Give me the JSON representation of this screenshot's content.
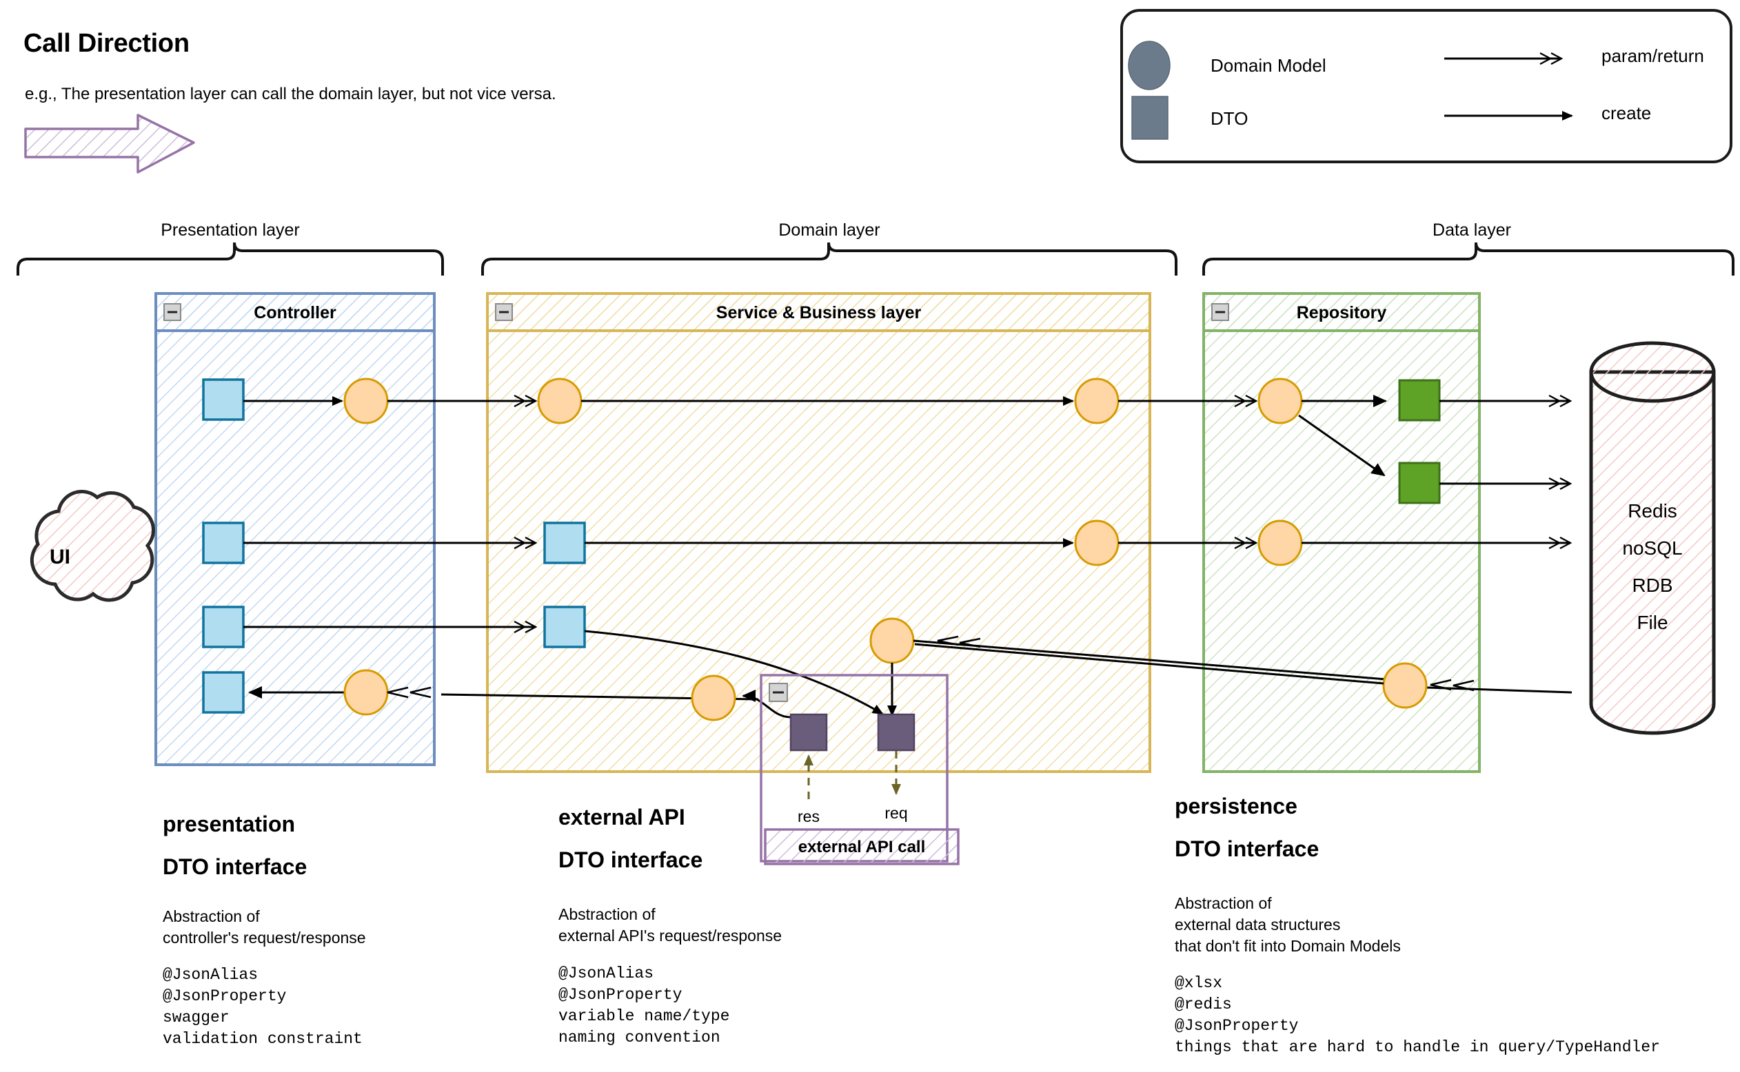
{
  "header": {
    "title": "Call Direction",
    "subtitle": "e.g., The presentation layer can call the domain layer, but not vice versa.",
    "arrow_icon": "big-right-arrow"
  },
  "legend": {
    "items": [
      {
        "shape": "circle",
        "color": "#6c7b8b",
        "label": "Domain Model"
      },
      {
        "shape": "square",
        "color": "#6c7b8b",
        "label": "DTO"
      }
    ],
    "arrows": [
      {
        "head": "double-open",
        "label": "param/return"
      },
      {
        "head": "solid",
        "label": "create"
      }
    ]
  },
  "layers": [
    {
      "label": "Presentation layer"
    },
    {
      "label": "Domain layer"
    },
    {
      "label": "Data layer"
    }
  ],
  "panels": [
    {
      "title": "Controller",
      "color": "#6c8ebf",
      "fill": "#dae8fc"
    },
    {
      "title": "Service & Business layer",
      "color": "#d6b656",
      "fill": "#fff2cc"
    },
    {
      "title": "Repository",
      "color": "#82b366",
      "fill": "#d5e8d4"
    },
    {
      "title": "external API call",
      "color": "#9673a6",
      "fill": "#e1d5e7"
    }
  ],
  "ui_cloud": {
    "label": "UI"
  },
  "datastore": {
    "lines": [
      "Redis",
      "noSQL",
      "RDB",
      "File"
    ],
    "color": "#f8cecc"
  },
  "external_api": {
    "res_label": "res",
    "req_label": "req",
    "box_title": "external API call"
  },
  "notes": [
    {
      "heading1": "presentation",
      "heading2": "DTO interface",
      "body": "Abstraction of\ncontroller's request/response",
      "mono": "@JsonAlias\n@JsonProperty\nswagger\nvalidation constraint"
    },
    {
      "heading1": "external API",
      "heading2": "DTO interface",
      "body": "Abstraction of\nexternal API's request/response",
      "mono": "@JsonAlias\n@JsonProperty\nvariable name/type\nnaming convention"
    },
    {
      "heading1": "persistence",
      "heading2": "DTO interface",
      "body": "Abstraction of\nexternal data structures\nthat don't fit into Domain Models",
      "mono": "@xlsx\n@redis\n@JsonProperty\nthings that are hard to handle in query/TypeHandler"
    }
  ],
  "colors": {
    "domain_model": "#ffd6a5",
    "domain_model_stroke": "#d79b00",
    "dto_presentation": "#b1ddf0",
    "dto_presentation_stroke": "#10739e",
    "dto_persistence": "#5ea226",
    "dto_external": "#6a5d7b",
    "arrow_line": "#000000",
    "dashed_arrow": "#6a6426"
  }
}
